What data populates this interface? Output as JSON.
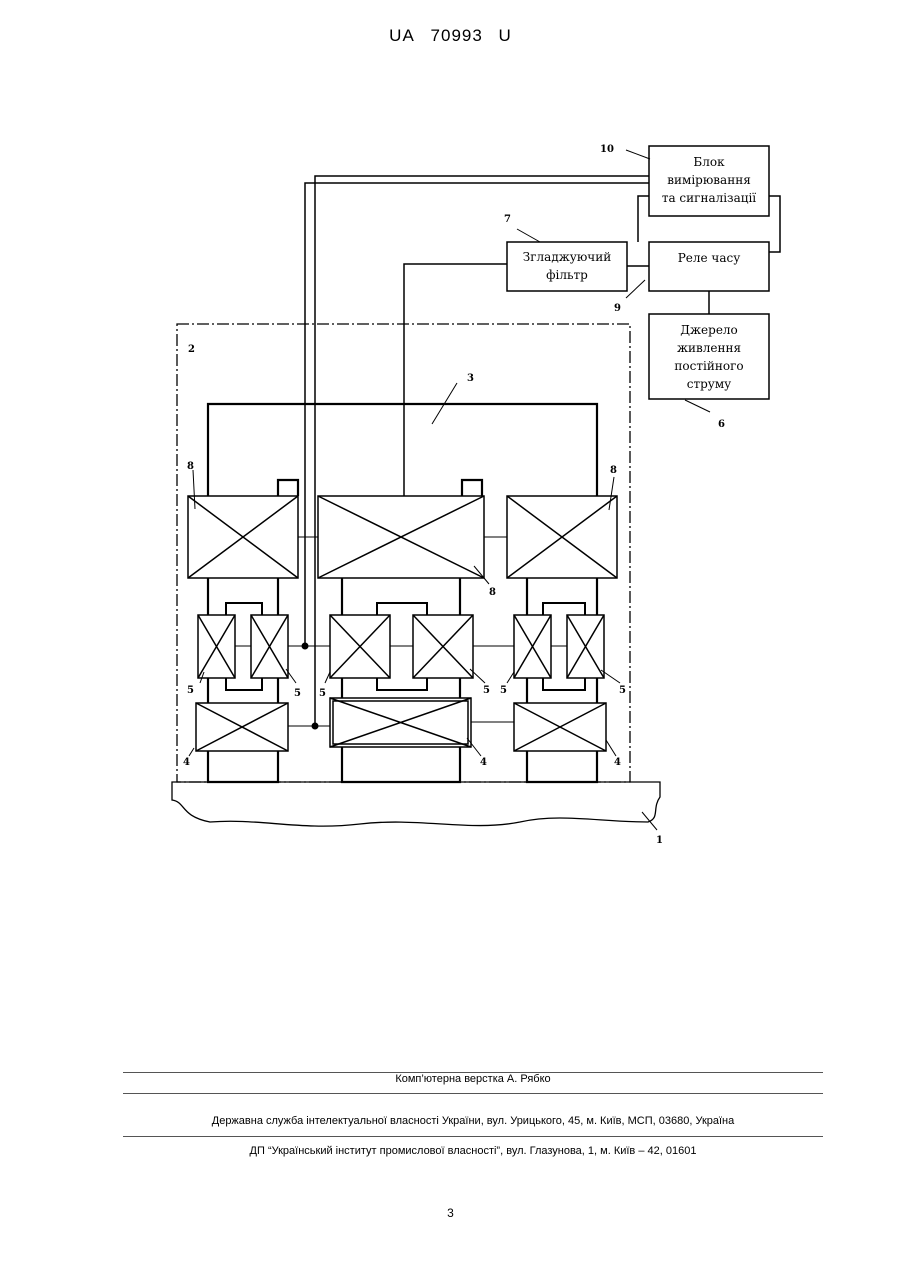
{
  "header": {
    "code": "UA",
    "number": "70993",
    "kind": "U"
  },
  "diagram": {
    "blocks": {
      "measure": [
        "Блок",
        "вимірювання",
        "та сигналізації"
      ],
      "filter": [
        "Згладжуючий",
        "фільтр"
      ],
      "relay": [
        "Реле часу"
      ],
      "power": [
        "Джерело",
        "живлення",
        "постійного",
        "струму"
      ]
    },
    "labels": {
      "n10": "10",
      "n7": "7",
      "n9": "9",
      "n6": "6",
      "n2": "2",
      "n3": "3",
      "n8": "8",
      "n5": "5",
      "n4": "4",
      "n1": "1"
    }
  },
  "footer": {
    "layout": "Комп’ютерна верстка А. Рябко",
    "agency": "Державна служба інтелектуальної власності України, вул. Урицького, 45, м. Київ, МСП, 03680, Україна",
    "institute": "ДП “Український інститут промислової власності”, вул. Глазунова, 1, м. Київ – 42, 01601"
  },
  "page_number": "3"
}
